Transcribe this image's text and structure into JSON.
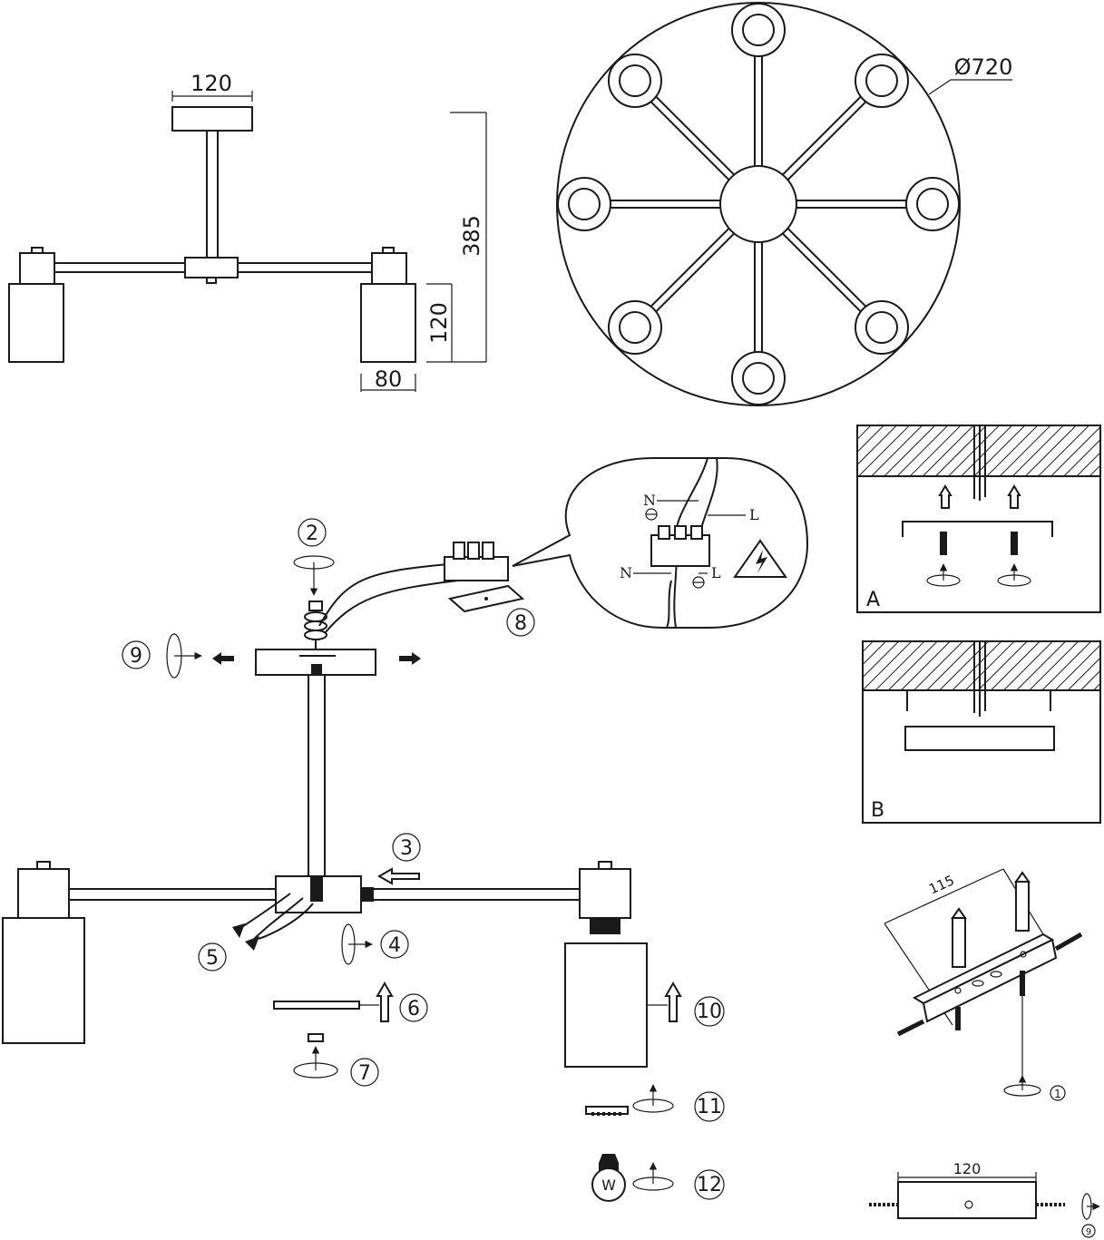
{
  "dimensions": {
    "canopy_width": "120",
    "total_height": "385",
    "shade_height": "120",
    "shade_width": "80",
    "diameter": "Ø720",
    "bracket_spacing": "115",
    "canopy_plate_width": "120"
  },
  "panels": {
    "a": "A",
    "b": "B"
  },
  "wiring": {
    "neutral_top": "N",
    "live_top": "L",
    "neutral_bottom": "N",
    "live_bottom": "L"
  },
  "steps": [
    "1",
    "2",
    "3",
    "4",
    "5",
    "6",
    "7",
    "8",
    "9",
    "10",
    "11",
    "12"
  ],
  "bulb_mark": "W"
}
